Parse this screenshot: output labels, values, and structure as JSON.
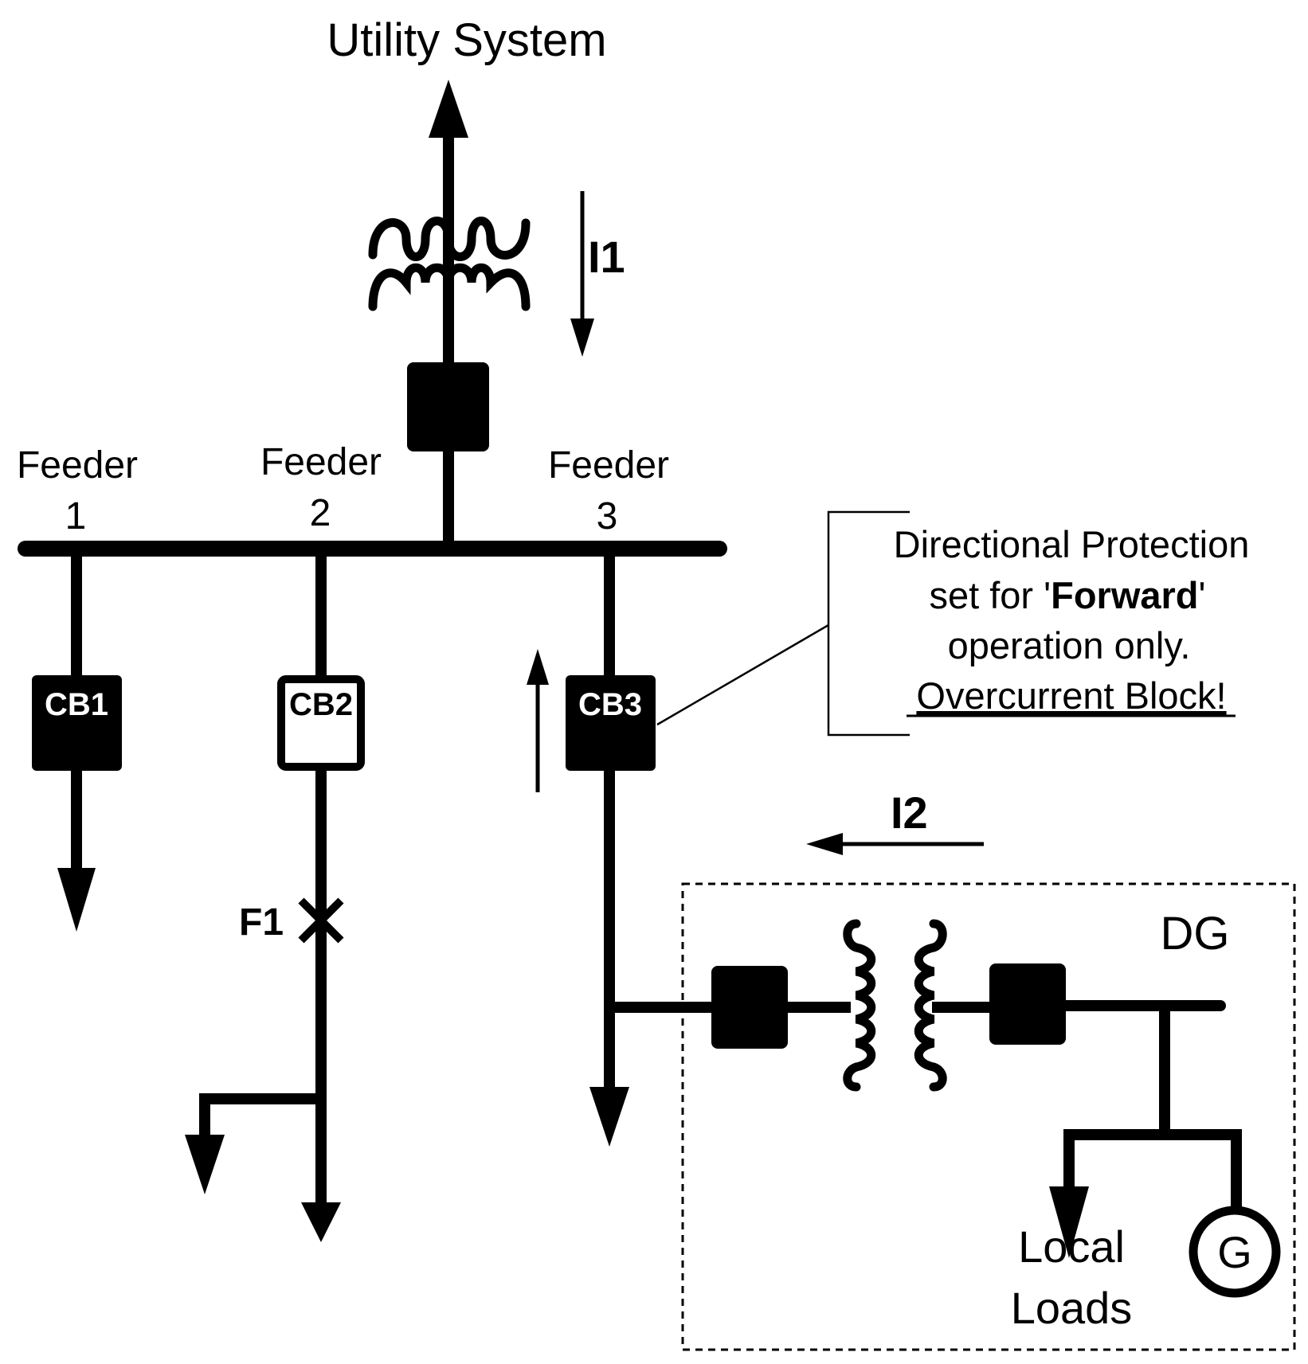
{
  "utility_label": "Utility System",
  "current_labels": {
    "i1": "I1",
    "i2": "I2"
  },
  "feeders": [
    {
      "word": "Feeder",
      "number": "1"
    },
    {
      "word": "Feeder",
      "number": "2"
    },
    {
      "word": "Feeder",
      "number": "3"
    }
  ],
  "breakers": {
    "cb1": "CB1",
    "cb2": "CB2",
    "cb3": "CB3"
  },
  "fault_label": "F1",
  "note": {
    "line1": "Directional Protection",
    "line2_prefix": "set for '",
    "line2_bold": "Forward",
    "line2_suffix": "'",
    "line3": "operation only.",
    "line4": "Overcurrent Block!"
  },
  "dg": {
    "label": "DG",
    "generator_symbol": "G",
    "loads_line1": "Local",
    "loads_line2": "Loads"
  }
}
